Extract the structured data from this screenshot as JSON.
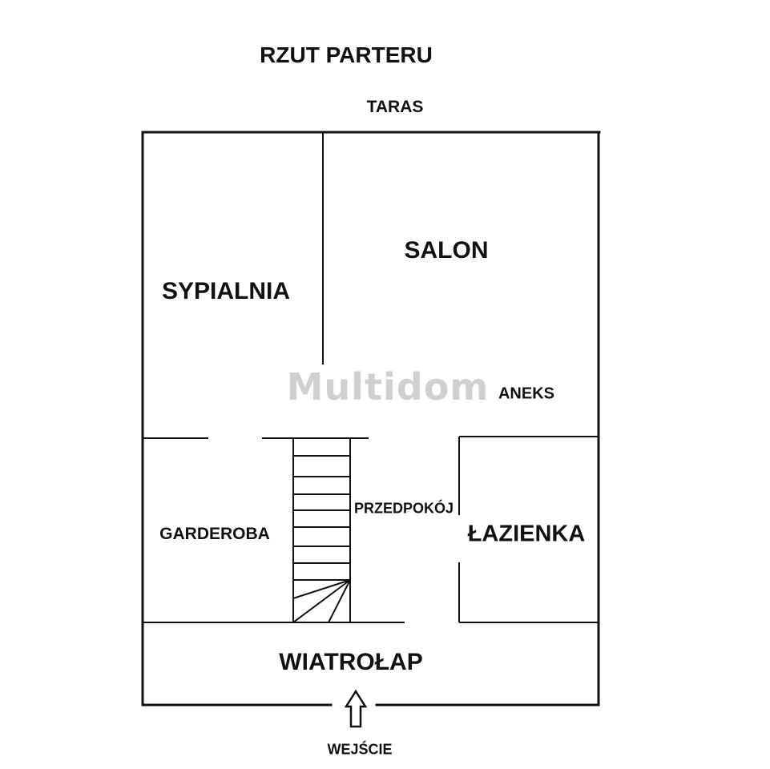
{
  "title": "RZUT PARTERU",
  "labels": {
    "taras": "TARAS",
    "salon": "SALON",
    "sypialnia": "SYPIALNIA",
    "aneks": "ANEKS",
    "garderoba": "GARDEROBA",
    "przedpokoj": "PRZEDPOKÓJ",
    "lazienka": "ŁAZIENKA",
    "wiatrolap": "WIATROŁAP",
    "wejscie": "WEJŚCIE"
  },
  "watermark": "Multidom",
  "colors": {
    "line": "#111111",
    "watermark": "#d0d0d0"
  }
}
